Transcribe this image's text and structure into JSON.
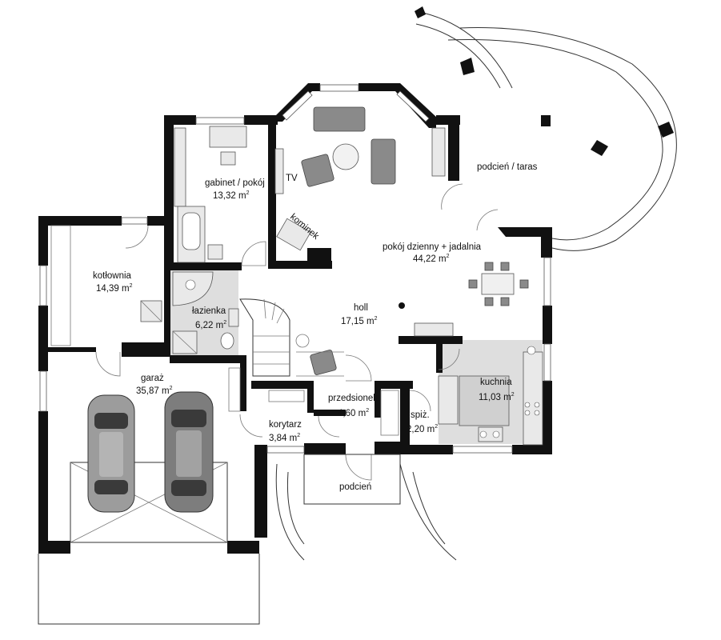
{
  "area_unit": "m",
  "area_unit_sup": "2",
  "rooms": {
    "gabinet": {
      "name": "gabinet / pokój",
      "area": "13,32"
    },
    "podcien_taras": {
      "name": "podcień / taras"
    },
    "tv": {
      "name": "TV"
    },
    "kominek": {
      "name": "kominek"
    },
    "pokoj_dzienny": {
      "name": "pokój dzienny + jadalnia",
      "area": "44,22"
    },
    "kotlownia": {
      "name": "kotłownia",
      "area": "14,39"
    },
    "lazienka": {
      "name": "łazienka",
      "area": "6,22"
    },
    "holl": {
      "name": "holl",
      "area": "17,15"
    },
    "kuchnia": {
      "name": "kuchnia",
      "area": "11,03"
    },
    "garaz": {
      "name": "garaż",
      "area": "35,87"
    },
    "przedsionek": {
      "name": "przedsionek",
      "area": "4,60"
    },
    "spiz": {
      "name": "spiż.",
      "area": "2,20"
    },
    "korytarz": {
      "name": "korytarz",
      "area": "3,84"
    },
    "podcien": {
      "name": "podcień"
    }
  },
  "colors": {
    "wall": "#111111",
    "floor_tile": "#dedede",
    "furniture": "#8a8a8a",
    "background": "#ffffff"
  }
}
